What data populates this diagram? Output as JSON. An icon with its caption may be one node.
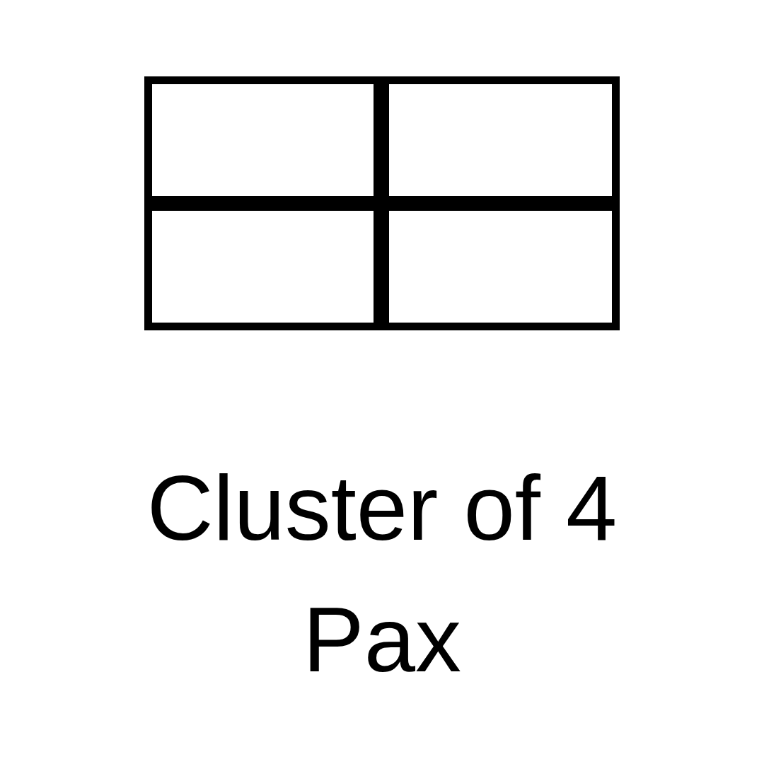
{
  "diagram": {
    "caption": "Cluster of 4 Pax",
    "nodes": [
      {
        "text": [],
        "shape": "box"
      },
      {
        "text": [],
        "shape": "box"
      },
      {
        "text": [],
        "shape": "box"
      },
      {
        "text": [],
        "shape": "box"
      }
    ]
  }
}
